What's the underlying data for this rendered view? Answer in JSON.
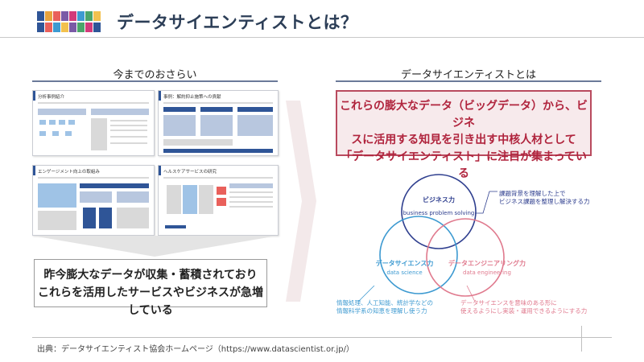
{
  "header": {
    "title": "データサイエンティストとは？",
    "logo_colors": [
      "#2f5597",
      "#e8a33d",
      "#e9605b",
      "#7a5aa6",
      "#d23a7a",
      "#3d9ad1",
      "#4aa56a",
      "#f2c14e",
      "#2f5597",
      "#e9605b",
      "#3d9ad1",
      "#f2c14e",
      "#7a5aa6",
      "#4aa56a",
      "#d23a7a",
      "#2f5597"
    ]
  },
  "left": {
    "section_title": "今までのおさらい",
    "thumbnails": [
      {
        "title": "分析事例紹介"
      },
      {
        "title": "事例：解約抑止施策への貢献"
      },
      {
        "title": "エンゲージメント向上の取組み"
      },
      {
        "title": "ヘルスケアサービスの研究"
      }
    ],
    "summary_line1": "昨今膨大なデータが収集・蓄積されており",
    "summary_line2": "これらを活用したサービスやビジネスが急増している"
  },
  "right": {
    "section_title": "データサイエンティストとは",
    "highlight_line1": "これらの膨大なデータ（ビッグデータ）から、ビジネ",
    "highlight_line2": "スに活用する知見を引き出す中核人材として",
    "highlight_line3": "「データサイエンティスト」に注目が集まっている",
    "venn": {
      "business": {
        "label": "ビジネス力",
        "sub": "business problem solving",
        "color": "#2f3f8f",
        "desc1": "課題背景を理解した上で",
        "desc2": "ビジネス課題を整理し解決する力"
      },
      "science": {
        "label": "データサイエンス力",
        "sub": "data science",
        "color": "#3d9ad1",
        "desc1": "情報処理、人工知能、統計学などの",
        "desc2": "情報科学系の知恵を理解し使う力"
      },
      "engineering": {
        "label": "データエンジニアリング力",
        "sub": "data engineering",
        "color": "#e07a8e",
        "desc1": "データサイエンスを意味のある形に",
        "desc2": "使えるようにし実装・運用できるようにする力"
      }
    }
  },
  "footer": {
    "source": "出典：データサイエンティスト協会ホームページ（https://www.datascientist.or.jp/）"
  }
}
